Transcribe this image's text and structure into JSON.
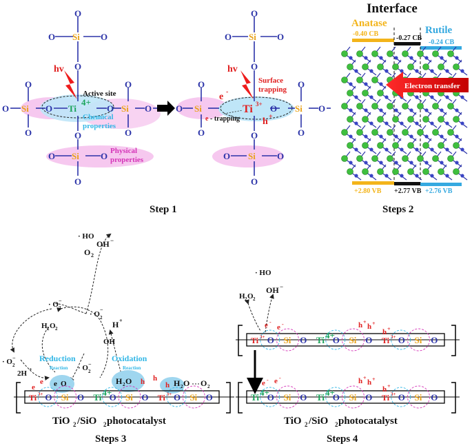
{
  "colors": {
    "oxygen": "#2b33a8",
    "silicon": "#e8a21a",
    "titanium": "#19a35a",
    "highlight_red": "#e02020",
    "chemical_text": "#33b7e6",
    "physical_text": "#d534b8",
    "anatase_band": "#f3b41a",
    "rutile_band": "#35a9e0",
    "interface_band": "#111111",
    "ellipse_pink": "#f6c8ef",
    "ellipse_blue": "#bfe6f8"
  },
  "atoms": {
    "o": "O",
    "si": "Si",
    "ti4": "Ti",
    "ti4_charge": "4+",
    "ti3": "Ti",
    "ti3_charge": "3+"
  },
  "step1": {
    "hv": "hv",
    "active_site": "Active site",
    "chemical": [
      "Chemical",
      "properties"
    ],
    "physical": [
      "Physical",
      "properties"
    ],
    "caption": "Step 1"
  },
  "step1b": {
    "hv": "hv",
    "electron": "e",
    "electron_sup": "-",
    "surface_trapping": [
      "Surface",
      "trapping"
    ],
    "e_trapping": "e",
    "e_trapping_rest": "- trapping",
    "hole": "h",
    "hole_sup": "+"
  },
  "step2": {
    "title": "Interface",
    "anatase": "Anatase",
    "rutile": "Rutile",
    "anatase_cb": "-0.40 CB",
    "interface_cb": "-0.27 CB",
    "rutile_cb": "-0.24 CB",
    "anatase_vb": "+2.80 VB",
    "interface_vb": "+2.77 VB",
    "rutile_vb": "+2.76 VB",
    "electron_transfer": "Electron transfer",
    "caption": "Steps 2"
  },
  "step3": {
    "ho": "· HO",
    "o2": "O",
    "o2_sub": "2",
    "oh_minus": "OH",
    "oh_minus_sup": "−",
    "o2_radical_1": "· O",
    "o2_radical_2": "· O",
    "o2_radical_3": "· O",
    "o2_radical_4": "· O",
    "radical_sub": "2",
    "radical_sup": "−",
    "h2o2": "H",
    "h2o2_mid": "2",
    "h2o2_end": "O",
    "h2o2_end2": "2",
    "h_plus": "H",
    "h_plus_sup": "+",
    "oh": "OH",
    "two_h_plus": "2H",
    "two_h_plus_sup": "+",
    "reduction": "Reduction",
    "oxidation": "Oxidation",
    "reaction": "Reaction",
    "e_o2": "e",
    "e_o2_o": "O",
    "h2o_1": "H",
    "h2o_2": "H",
    "h2o_sub": "2",
    "h2o_o": "O",
    "o2_product": "O",
    "o2_product_sub": "2",
    "chain_top_labels": [
      "e",
      "e",
      "h",
      "h",
      "h"
    ],
    "chain": [
      "Ti3+",
      "O",
      "Si",
      "O",
      "Ti4+",
      "O",
      "Si",
      "O",
      "Ti3+",
      "O",
      "Si",
      "O"
    ],
    "caption_main": "TiO",
    "caption_sub1": "2",
    "caption_mid": "/SiO",
    "caption_sub2": "2",
    "caption_end": " photocatalyst",
    "caption": "Steps 3"
  },
  "step4": {
    "ho": "· HO",
    "oh_minus": "OH",
    "oh_minus_sup": "−",
    "h2o2": "H",
    "h2o2_sub": "2",
    "h2o2_o": "O",
    "h2o2_sub2": "2",
    "chain_top": [
      "Ti3+",
      "O",
      "Si",
      "O",
      "Ti4+",
      "O",
      "Si",
      "O",
      "Ti3+",
      "O",
      "Si",
      "O"
    ],
    "chain_bottom": [
      "Ti4+",
      "O",
      "Si",
      "O",
      "Ti4+",
      "O",
      "Si",
      "O",
      "Ti3+",
      "O",
      "Si",
      "O"
    ],
    "caption_main": "TiO",
    "caption_sub1": "2",
    "caption_mid": "/SiO",
    "caption_sub2": "2",
    "caption_end": " photocatalyst",
    "caption": "Steps 4"
  }
}
